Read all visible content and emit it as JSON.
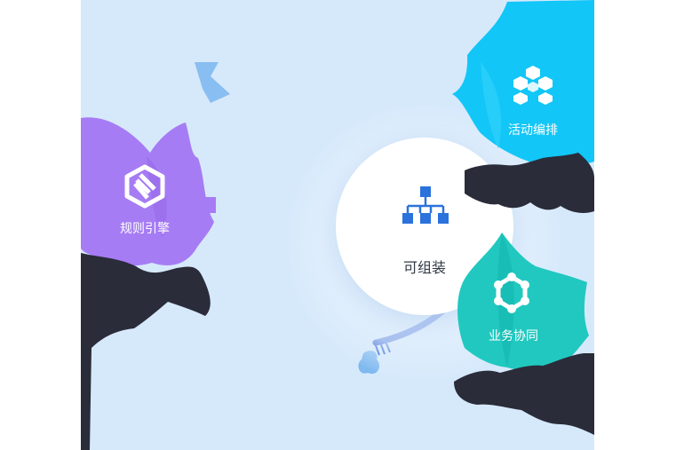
{
  "center": {
    "label": "可组装",
    "icon": "hierarchy-icon"
  },
  "nodes": [
    {
      "id": "rules",
      "label": "规则引擎",
      "icon": "rules-engine-icon",
      "color": "#a67cf4"
    },
    {
      "id": "activity",
      "label": "活动编排",
      "icon": "activity-orchestration-icon",
      "color": "#12c6f7"
    },
    {
      "id": "business",
      "label": "业务协同",
      "icon": "business-collaboration-icon",
      "color": "#21c8c0"
    }
  ],
  "colors": {
    "background": "#d6e9fb",
    "hub": "#ffffff",
    "hub_icon": "#2b72dc",
    "dark_shape": "#2a2c3a",
    "accent_blue": "#1a4fd0",
    "light_blue": "#80b9f0"
  }
}
